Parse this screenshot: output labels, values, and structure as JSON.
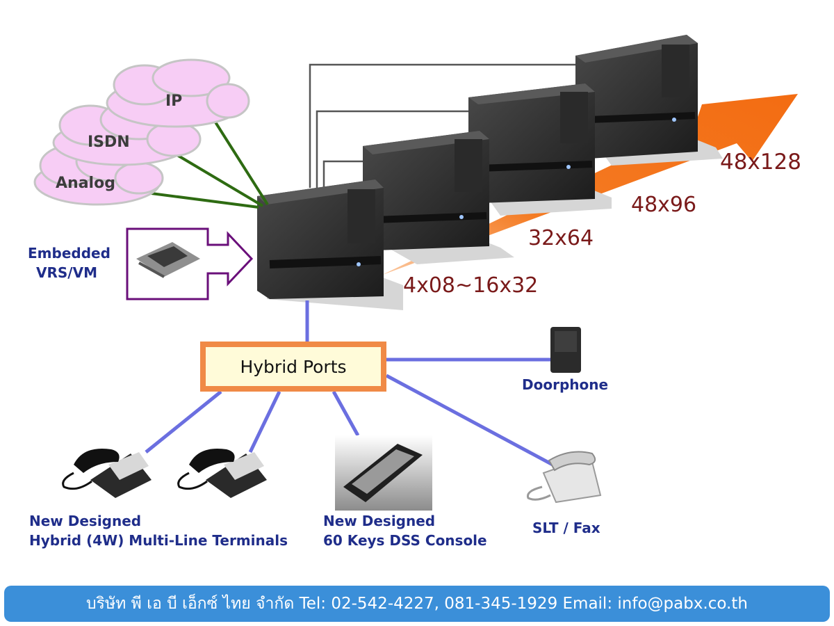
{
  "clouds": [
    "IP",
    "ISDN",
    "Analog"
  ],
  "embedded": {
    "line1": "Embedded",
    "line2": "VRS/VM"
  },
  "capacities": [
    "4x08~16x32",
    "32x64",
    "48x96",
    "48x128"
  ],
  "hybrid_ports": "Hybrid Ports",
  "doorphone": "Doorphone",
  "terminals": {
    "line1": "New Designed",
    "line2": "Hybrid (4W) Multi-Line Terminals"
  },
  "dss": {
    "line1": "New Designed",
    "line2": "60 Keys DSS Console"
  },
  "slt": "SLT / Fax",
  "footer": "บริษัท พี เอ บี เอ็กซ์ ไทย จำกัด Tel: 02-542-4227, 081-345-1929  Email: info@pabx.co.th",
  "colors": {
    "cloud_fill": "#f7cdf5",
    "network_line": "#2e6b12",
    "port_line": "#6b6fe0",
    "arrow": "#f36c12",
    "box_border": "#f08a46",
    "footer": "#3b8fd9"
  }
}
